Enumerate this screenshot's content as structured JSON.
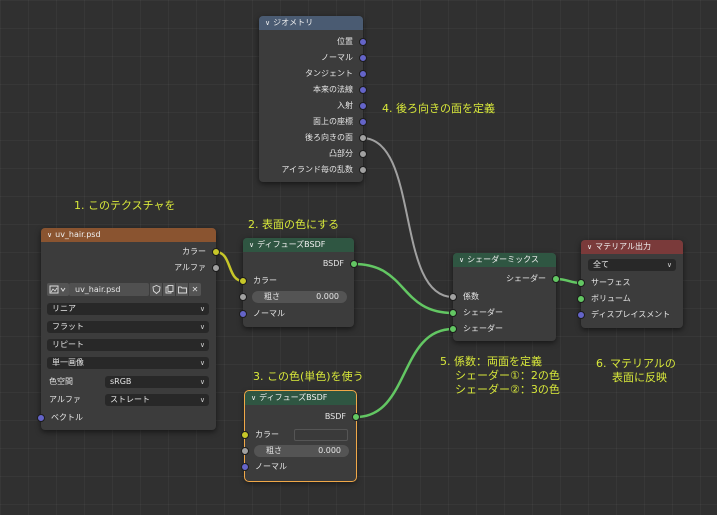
{
  "colors": {
    "background": "#303030",
    "node_body": "#3c3c3c",
    "geometry_header": "#4a5b72",
    "texture_header": "#8a5430",
    "shader_header": "#2f5642",
    "output_header": "#7a3a3a",
    "annotation": "#d8e83a",
    "socket_vector": "#6464c8",
    "socket_color": "#c7c729",
    "socket_float": "#a1a1a1",
    "socket_shader": "#63c763",
    "selection": "#f0a848"
  },
  "geometry": {
    "title": "ジオメトリ",
    "outputs": [
      "位置",
      "ノーマル",
      "タンジェント",
      "本来の法線",
      "入射",
      "面上の座標",
      "後ろ向きの面",
      "凸部分",
      "アイランド毎の乱数"
    ]
  },
  "texture": {
    "title": "uv_hair.psd",
    "outputs": [
      "カラー",
      "アルファ"
    ],
    "image_name": "uv_hair.psd",
    "interpolation": "リニア",
    "projection": "フラット",
    "extension": "リピート",
    "source": "単一画像",
    "colorspace_label": "色空間",
    "colorspace": "sRGB",
    "alpha_label": "アルファ",
    "alpha": "ストレート",
    "input_vector": "ベクトル"
  },
  "diffuse1": {
    "title": "ディフューズBSDF",
    "output": "BSDF",
    "color_label": "カラー",
    "roughness_label": "粗さ",
    "roughness": "0.000",
    "normal_label": "ノーマル"
  },
  "diffuse2": {
    "title": "ディフューズBSDF",
    "output": "BSDF",
    "color_label": "カラー",
    "roughness_label": "粗さ",
    "roughness": "0.000",
    "normal_label": "ノーマル"
  },
  "mix": {
    "title": "シェーダーミックス",
    "output": "シェーダー",
    "fac": "係数",
    "shader1": "シェーダー",
    "shader2": "シェーダー"
  },
  "output": {
    "title": "マテリアル出力",
    "target": "全て",
    "surface": "サーフェス",
    "volume": "ボリューム",
    "displacement": "ディスプレイスメント"
  },
  "annotations": {
    "a1": "1. このテクスチャを",
    "a2": "2. 表面の色にする",
    "a3": "3. この色(単色)を使う",
    "a4": "4. 後ろ向きの面を定義",
    "a5_line1": "5. 係数：両面を定義",
    "a5_line2": "シェーダー①：2の色",
    "a5_line3": "シェーダー②：3の色",
    "a6_line1": "6. マテリアルの",
    "a6_line2": "表面に反映"
  }
}
